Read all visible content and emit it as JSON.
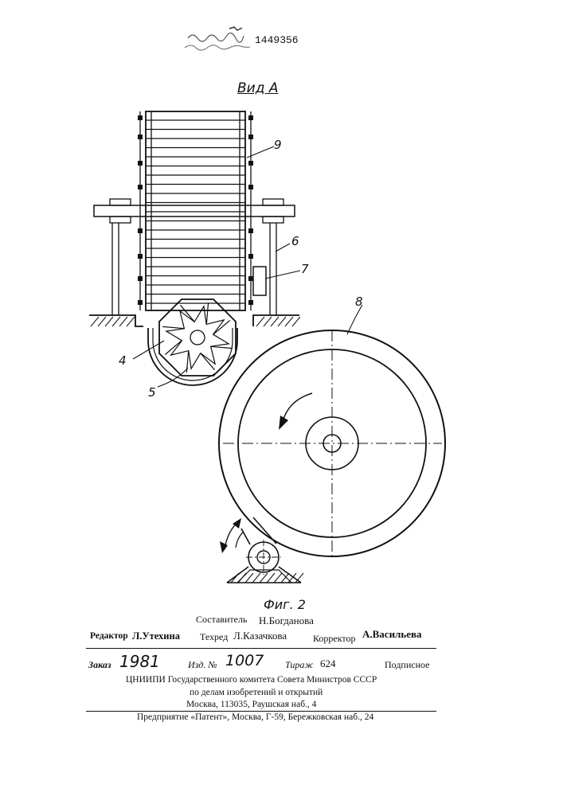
{
  "header": {
    "patent_number": "1449356",
    "stamp_text": "патентно-техническая библиотека"
  },
  "figure": {
    "view_label": "Вид А",
    "caption": "Фиг. 2",
    "callouts": [
      "9",
      "6",
      "7",
      "8",
      "4",
      "5"
    ]
  },
  "credits": {
    "compiler_label": "Составитель",
    "compiler_name": "Н.Богданова",
    "editor_label": "Редактор",
    "editor_name": "Л.Утехина",
    "techred_label": "Техред",
    "techred_name": "Л.Казачкова",
    "corrector_label": "Корректор",
    "corrector_name": "А.Васильева"
  },
  "publication": {
    "order_label": "Заказ",
    "order_value": "1981",
    "izd_label": "Изд. №",
    "izd_value": "1007",
    "print_run_label": "Тираж",
    "print_run_value": "624",
    "subscription": "Подписное",
    "org_line1": "ЦНИИПИ Государственного комитета Совета Министров СССР",
    "org_line2": "по делам изобретений и открытий",
    "org_line3": "Москва, 113035, Раушская наб., 4",
    "printer_line": "Предприятие «Патент», Москва, Г-59, Бережковская наб., 24"
  },
  "colors": {
    "ink": "#111111",
    "paper": "#ffffff"
  }
}
